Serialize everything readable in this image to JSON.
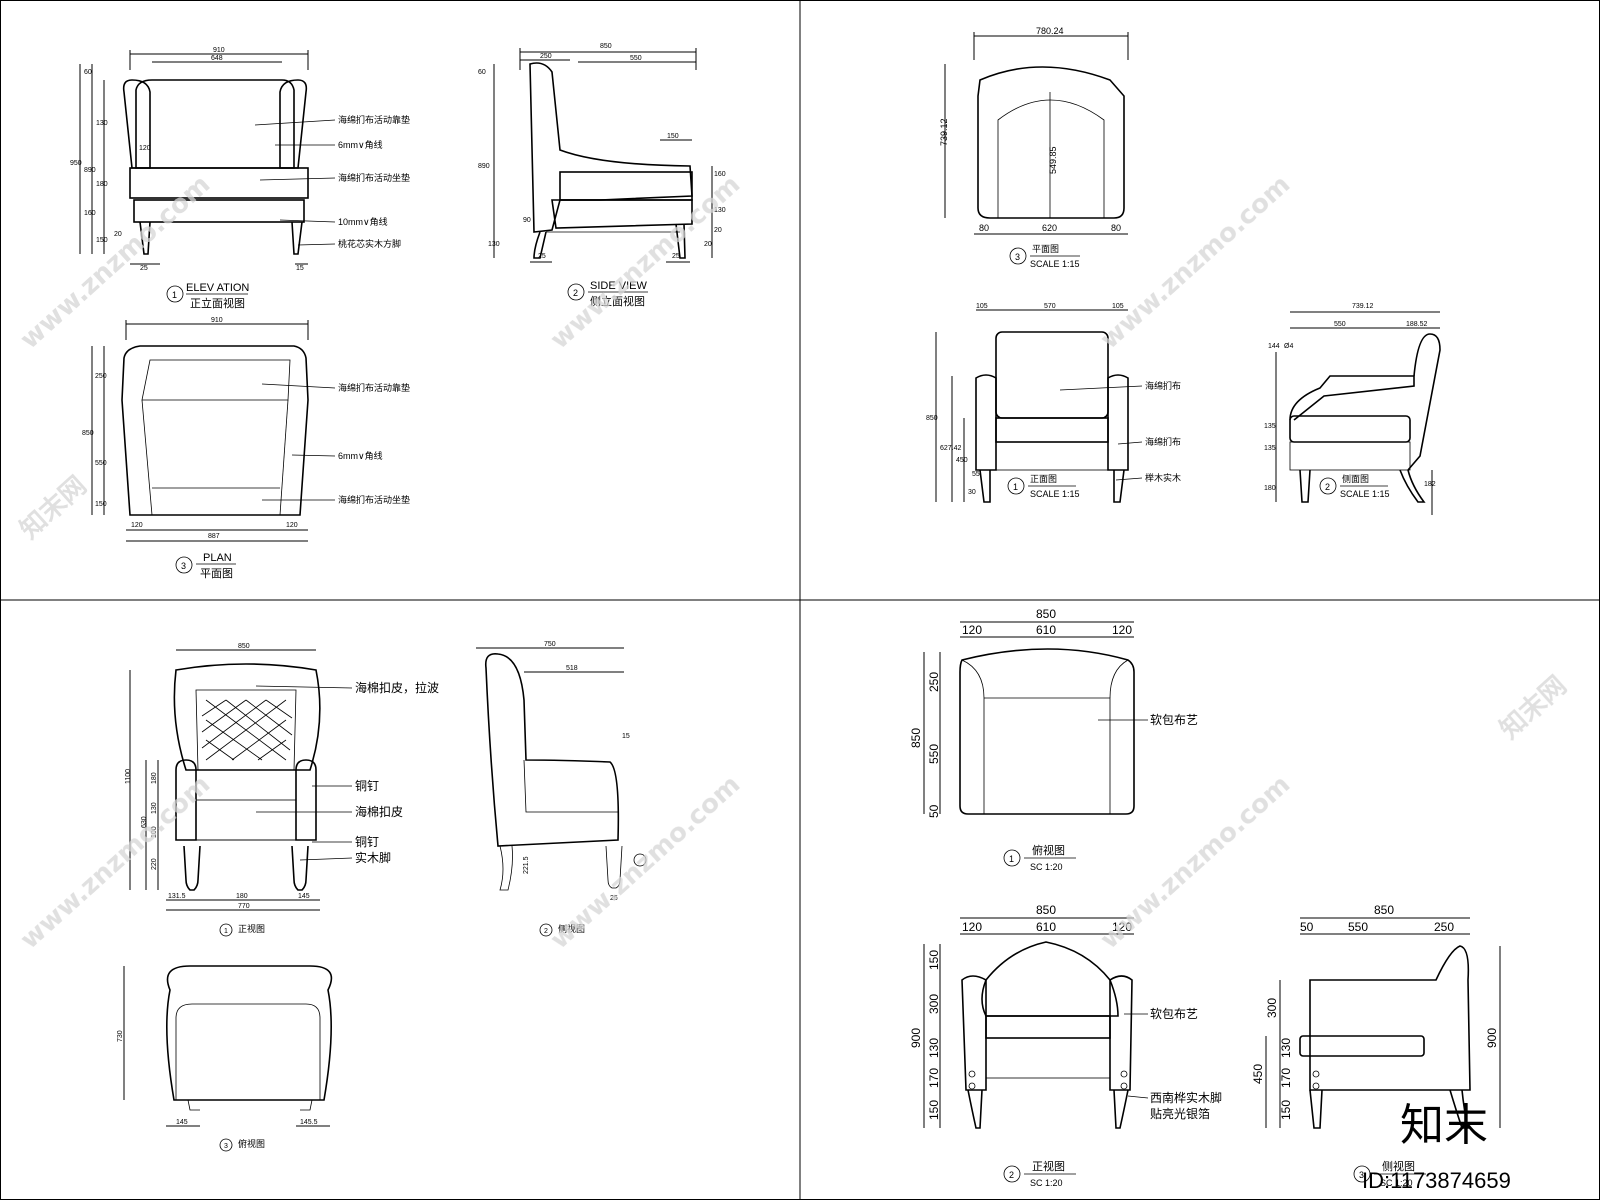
{
  "watermark": {
    "url": "www.znzmo.com",
    "brand": "知末网",
    "logo": "知末",
    "id": "ID:1173874659"
  },
  "panel1": {
    "elevation": {
      "title": "ELEV ATION",
      "subtitle": "正立面视图",
      "num": "1",
      "dims": {
        "total_w": "910",
        "inner_w": "648",
        "total_h": "950",
        "h1": "60",
        "h2": "130",
        "h3": "890",
        "h4": "180",
        "h5": "160",
        "h6": "150",
        "h7": "20",
        "leg_l": "25",
        "leg_r": "15",
        "side": "120"
      },
      "labels": [
        "海绵扪布活动靠垫",
        "6mm∨角线",
        "海绵扪布活动坐垫",
        "10mm∨角线",
        "桃花芯实木方脚"
      ]
    },
    "side": {
      "title": "SIDE VIEW",
      "subtitle": "侧立面视图",
      "num": "2",
      "dims": {
        "total": "850",
        "d1": "250",
        "d2": "550",
        "h1": "60",
        "h2": "890",
        "arm": "150",
        "h3": "130",
        "h4": "160",
        "h5": "90",
        "h6": "130",
        "h7": "20",
        "leg1": "25",
        "leg2": "25",
        "s1": "20"
      }
    },
    "plan": {
      "title": "PLAN",
      "subtitle": "平面图",
      "num": "3",
      "dims": {
        "total_w": "910",
        "total_h": "850",
        "back": "250",
        "seat": "550",
        "front": "150",
        "arm_l": "120",
        "arm_r": "120",
        "inner": "887"
      },
      "labels": [
        "海绵扪布活动靠垫",
        "6mm∨角线",
        "海绵扪布活动坐垫"
      ]
    }
  },
  "panel2": {
    "plan": {
      "num": "3",
      "title": "平面图",
      "scale": "SCALE 1:15",
      "dims": {
        "w": "780.24",
        "d": "739.12",
        "inner": "549.85",
        "arm_l": "80",
        "seat": "620",
        "arm_r": "80"
      }
    },
    "front": {
      "num": "1",
      "title": "正面图",
      "scale": "SCALE 1:15",
      "dims": {
        "arm_l": "105",
        "back": "570",
        "arm_r": "105",
        "h": "850",
        "h2": "627.42",
        "h3": "450",
        "leg_a": "55",
        "leg_b": "30"
      },
      "labels": [
        "海绵扪布",
        "海绵扪布",
        "榉木实木"
      ]
    },
    "side": {
      "num": "2",
      "title": "侧面图",
      "scale": "SCALE 1:15",
      "dims": {
        "d": "739.12",
        "d1": "550",
        "d2": "188.52",
        "arm": "144",
        "r": "Ø4",
        "h1": "135",
        "h2": "135",
        "h3": "180",
        "leg": "182"
      }
    }
  },
  "panel3": {
    "front": {
      "num": "1",
      "title": "正视图",
      "dims": {
        "w": "850",
        "h": "1100",
        "h1": "630",
        "h2": "180",
        "h3": "130",
        "h4": "100",
        "h5": "220",
        "b1": "131.5",
        "b2": "180",
        "b3": "145",
        "b4": "770"
      },
      "labels": [
        "海棉扣皮，拉波",
        "铜钉",
        "海棉扣皮",
        "铜钉",
        "实木脚"
      ]
    },
    "side": {
      "num": "2",
      "title": "侧视图",
      "dims": {
        "d": "750",
        "d1": "518",
        "arm": "15",
        "leg": "221.5",
        "foot": "25"
      }
    },
    "top": {
      "num": "3",
      "title": "俯视图",
      "dims": {
        "d": "730",
        "l": "145",
        "r": "145.5"
      }
    }
  },
  "panel4": {
    "top": {
      "num": "1",
      "title": "俯视图",
      "scale": "SC 1:20",
      "dims": {
        "w": "850",
        "a": "120",
        "b": "610",
        "c": "120",
        "h": "850",
        "h1": "250",
        "h2": "550",
        "h3": "50"
      },
      "labels": [
        "软包布艺"
      ]
    },
    "front": {
      "num": "2",
      "title": "正视图",
      "scale": "SC 1:20",
      "dims": {
        "w": "850",
        "a": "120",
        "b": "610",
        "c": "120",
        "h": "900",
        "h1": "150",
        "h2": "300",
        "h3": "130",
        "h4": "170",
        "h5": "150"
      },
      "labels": [
        "软包布艺",
        "西南桦实木脚",
        "贴亮光银箔"
      ]
    },
    "side": {
      "num": "3",
      "title": "侧视图",
      "scale": "SC 1:20",
      "dims": {
        "w": "850",
        "a": "50",
        "b": "550",
        "c": "250",
        "h": "900",
        "h1": "300",
        "h2": "450",
        "h3": "130",
        "h4": "170",
        "h5": "150"
      }
    }
  }
}
